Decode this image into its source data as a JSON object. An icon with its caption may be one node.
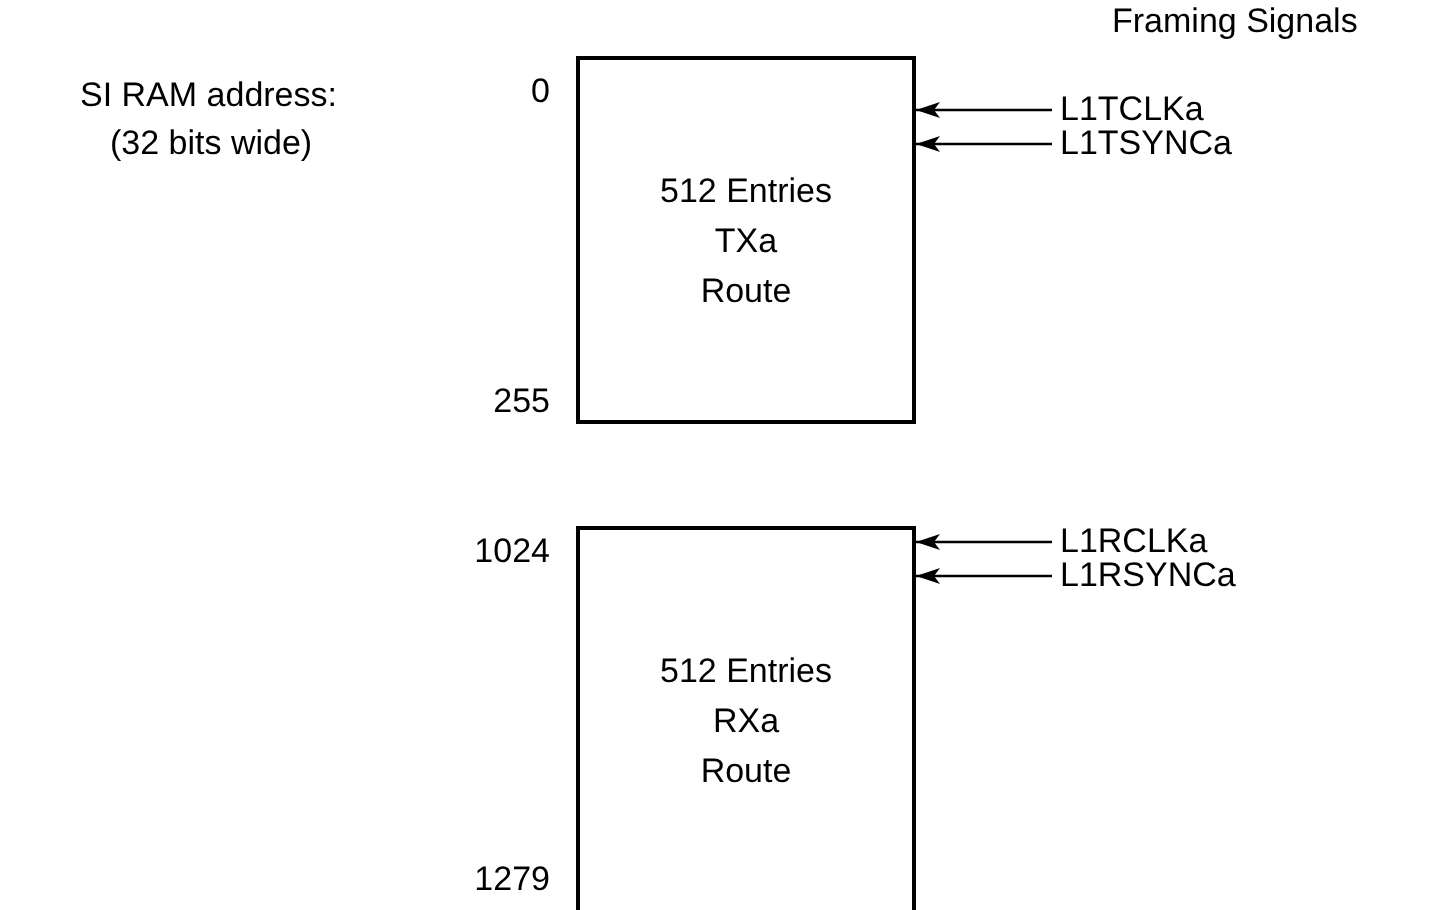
{
  "diagram": {
    "nodes": [
      {
        "text": [
          "512 Entries",
          "TXa",
          "Route"
        ]
      },
      {
        "text": [
          "L1TCLKa"
        ]
      },
      {
        "text": [
          "L1TSYNCa"
        ]
      },
      {
        "text": [
          "512 Entries",
          "RXa",
          "Route"
        ]
      },
      {
        "text": [
          "L1RCLKa"
        ]
      },
      {
        "text": [
          "L1RSYNCa"
        ]
      }
    ],
    "edges": [
      {
        "from": 1,
        "to": 0,
        "arrow": "to"
      },
      {
        "from": 2,
        "to": 0,
        "arrow": "to"
      },
      {
        "from": 4,
        "to": 3,
        "arrow": "to"
      },
      {
        "from": 5,
        "to": 3,
        "arrow": "to"
      }
    ],
    "labels": [
      "Framing Signals",
      "SI RAM address:",
      "(32 bits wide)",
      "0",
      "255",
      "1024",
      "1279"
    ]
  }
}
